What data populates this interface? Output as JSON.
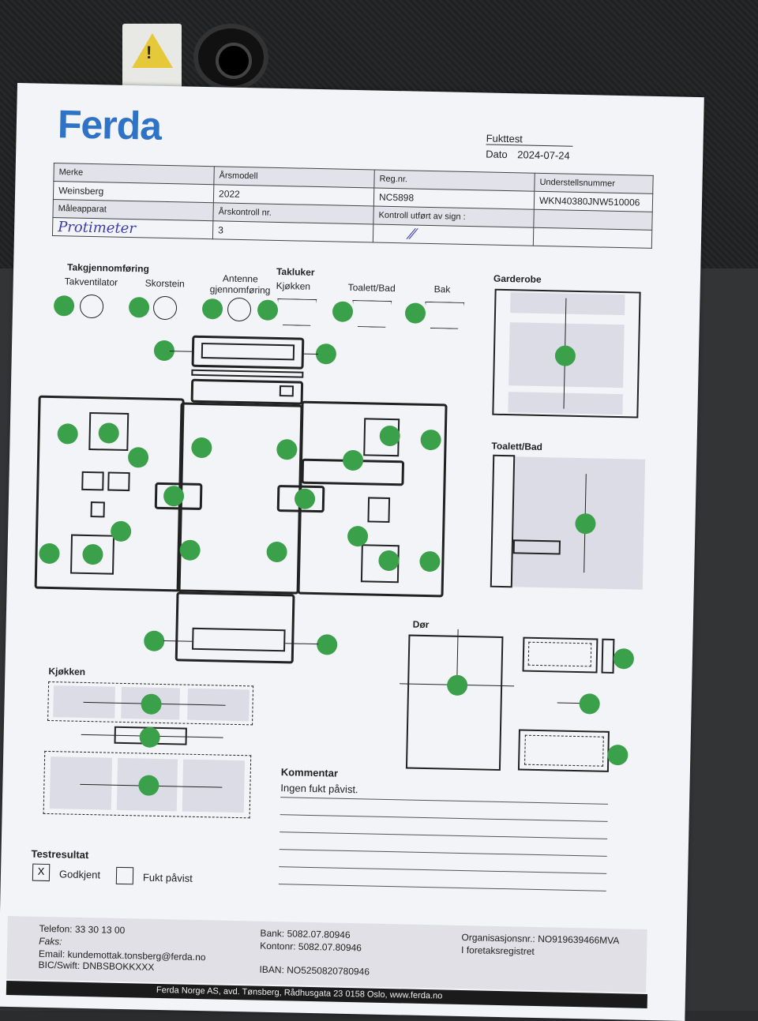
{
  "logo": "Ferda",
  "doc": {
    "title": "Fukttest",
    "date_label": "Dato",
    "date": "2024-07-24"
  },
  "info": {
    "h1": [
      "Merke",
      "Årsmodell",
      "Reg.nr.",
      "Understellsnummer"
    ],
    "r1": [
      "Weinsberg",
      "2022",
      "NC5898",
      "WKN40380JNW510006"
    ],
    "h2": [
      "Måleapparat",
      "Årskontroll nr.",
      "Kontroll utført av sign :",
      ""
    ],
    "r2": [
      "Protimeter",
      "3",
      "",
      ""
    ]
  },
  "sections": {
    "takgjennomforing": "Takgjennomføring",
    "takventilator": "Takventilator",
    "skorstein": "Skorstein",
    "antenne": "Antenne gjennomføring",
    "takluker": "Takluker",
    "kjokken_luke": "Kjøkken",
    "toalett_luke": "Toalett/Bad",
    "bak": "Bak",
    "garderobe": "Garderobe",
    "toalett_bad": "Toalett/Bad",
    "dor": "Dør",
    "kjokken": "Kjøkken",
    "kommentar": "Kommentar",
    "testresultat": "Testresultat"
  },
  "comment": "Ingen fukt påvist.",
  "result": {
    "approved_mark": "X",
    "approved": "Godkjent",
    "moisture": "Fukt påvist"
  },
  "footer": {
    "phone": "Telefon: 33 30 13 00",
    "fax": "Faks:",
    "email": "Email: kundemottak.tonsberg@ferda.no",
    "bic": "BIC/Swift: DNBSBOKKXXX",
    "bank": "Bank: 5082.07.80946",
    "kontonr": "Kontonr: 5082.07.80946",
    "iban": "IBAN: NO5250820780946",
    "org": "Organisasjonsnr.: NO919639466MVA",
    "reg": "I foretaksregistret",
    "bottom": "Ferda Norge AS, avd. Tønsberg, Rådhusgata 23 0158 Oslo, www.ferda.no"
  }
}
